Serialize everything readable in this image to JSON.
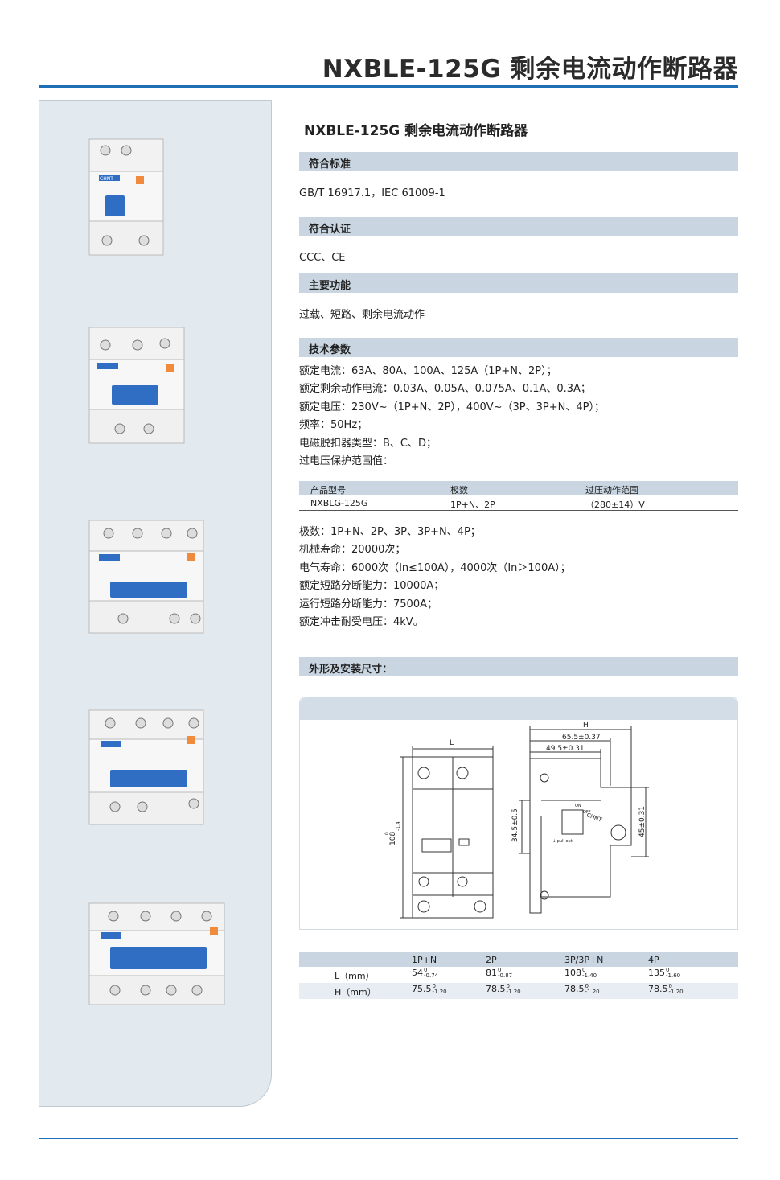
{
  "header": {
    "title": "NXBLE-125G 剩余电流动作断路器"
  },
  "product": {
    "subtitle": "NXBLE-125G 剩余电流动作断路器",
    "brand": "CHNT"
  },
  "sections": {
    "standards": {
      "label": "符合标准",
      "text": "GB/T 16917.1，IEC 61009-1"
    },
    "certification": {
      "label": "符合认证",
      "text": "CCC、CE"
    },
    "functions": {
      "label": "主要功能",
      "text": "过载、短路、剩余电流动作"
    },
    "tech": {
      "label": "技术参数",
      "lines_a": [
        "额定电流：63A、80A、100A、125A（1P+N、2P）；",
        "额定剩余动作电流：0.03A、0.05A、0.075A、0.1A、0.3A；",
        "额定电压：230V~（1P+N、2P），400V~（3P、3P+N、4P）；",
        "频率：50Hz；",
        "电磁脱扣器类型：B、C、D；",
        "过电压保护范围值："
      ],
      "ov_table": {
        "headers": [
          "产品型号",
          "极数",
          "过压动作范围"
        ],
        "row": [
          "NXBLG-125G",
          "1P+N、2P",
          "（280±14）V"
        ]
      },
      "lines_b": [
        "极数：1P+N、2P、3P、3P+N、4P；",
        "机械寿命：20000次；",
        "电气寿命：6000次（In≤100A），4000次（In＞100A）；",
        "额定短路分断能力：10000A；",
        "运行短路分断能力：7500A；",
        "额定冲击耐受电压：4kV。"
      ]
    },
    "dimensions": {
      "label": "外形及安装尺寸：",
      "drawing": {
        "L": "L",
        "H": "H",
        "dim_655": "65.5±0.37",
        "dim_495": "49.5±0.31",
        "dim_345": "34.5±0.5",
        "dim_45": "45±0.31",
        "dim_108": "108",
        "tol_108_up": "0",
        "tol_108_low": "-1.4",
        "knob_label_1": "ON",
        "knob_label_2": "OFF",
        "pull_label": "↓ pull out"
      },
      "table": {
        "headers": [
          "",
          "1P+N",
          "2P",
          "3P/3P+N",
          "4P"
        ],
        "rows": [
          {
            "label": "L（mm）",
            "cells": [
              {
                "v": "54",
                "up": "0",
                "low": "-0.74"
              },
              {
                "v": "81",
                "up": "0",
                "low": "-0.87"
              },
              {
                "v": "108",
                "up": "0",
                "low": "-1.40"
              },
              {
                "v": "135",
                "up": "0",
                "low": "-1.60"
              }
            ]
          },
          {
            "label": "H（mm）",
            "cells": [
              {
                "v": "75.5",
                "up": "0",
                "low": "-1.20"
              },
              {
                "v": "78.5",
                "up": "0",
                "low": "-1.20"
              },
              {
                "v": "78.5",
                "up": "0",
                "low": "-1.20"
              },
              {
                "v": "78.5",
                "up": "0",
                "low": "-1.20"
              }
            ]
          }
        ]
      }
    }
  },
  "colors": {
    "accent": "#1f6fb6",
    "bar": "#c9d6e2",
    "panel": "#e3eaef",
    "handle": "#2f6ec2",
    "test_button": "#f08a3c"
  }
}
